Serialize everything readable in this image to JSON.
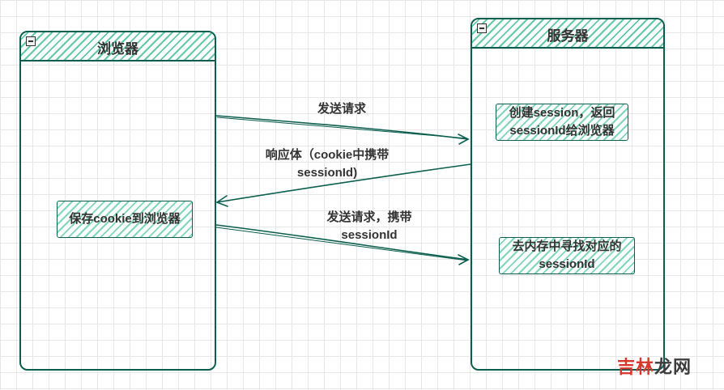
{
  "lanes": {
    "browser": {
      "title": "浏览器"
    },
    "server": {
      "title": "服务器"
    }
  },
  "nodes": {
    "save_cookie": "保存cookie到浏览器",
    "create_session": "创建session，返回sessionId给浏览器",
    "find_session": "去内存中寻找对应的sessionId"
  },
  "edges": {
    "send_request": "发送请求",
    "response_body": "响应体（cookie中携带sessionId)",
    "send_request_with": "发送请求，携带sessionId"
  },
  "watermark": {
    "part1": "吉林",
    "part2": "龙网"
  },
  "colors": {
    "stroke": "#0b5e4e",
    "hatch": "#62c8a5"
  }
}
